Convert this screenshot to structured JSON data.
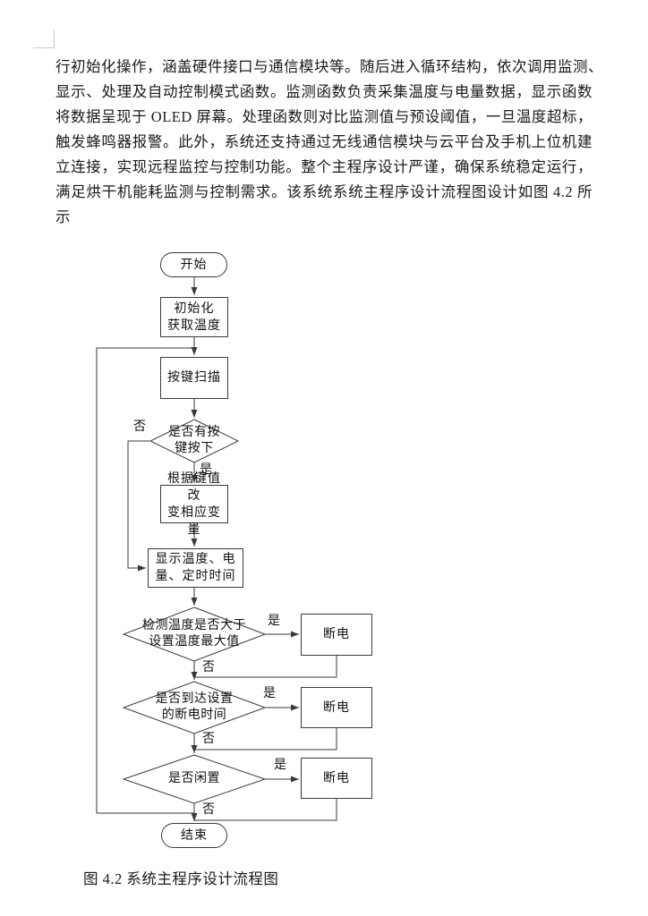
{
  "page": {
    "paragraph": {
      "lines": [
        "行初始化操作，涵盖硬件接口与通信模块等。随后进入循环结构，依次调用监测、",
        "显示、处理及自动控制模式函数。监测函数负责采集温度与电量数据，显示函数",
        "将数据呈现于 OLED 屏幕。处理函数则对比监测值与预设阈值，一旦温度超标，",
        "触发蜂鸣器报警。此外，系统还支持通过无线通信模块与云平台及手机上位机建",
        "立连接，实现远程监控与控制功能。整个主程序设计严谨，确保系统稳定运行，",
        "满足烘干机能耗监测与控制需求。该系统系统主程序设计流程图设计如图 4.2 所",
        "示"
      ]
    },
    "figure_caption": "图 4.2 系统主程序设计流程图"
  },
  "flowchart": {
    "nodes": {
      "start": "开始",
      "init": "初始化\n获取温度",
      "key_scan": "按键扫描",
      "key_pressed": "是否有按\n键按下",
      "change_var": "根据键值改\n变相应变量",
      "display": "显示温度、电\n量、定时时间",
      "temp_check": "检测温度是否大于\n设置温度最大值",
      "cut_power_1": "断电",
      "time_check": "是否到达设置\n的断电时间",
      "cut_power_2": "断电",
      "idle_check": "是否闲置",
      "cut_power_3": "断电",
      "end": "结束"
    },
    "branch_labels": {
      "yes": "是",
      "no": "否"
    },
    "edges": [
      {
        "from": "start",
        "to": "init"
      },
      {
        "from": "init",
        "to": "key_scan"
      },
      {
        "from": "key_scan",
        "to": "key_pressed"
      },
      {
        "from": "key_pressed",
        "to": "change_var",
        "label": "是"
      },
      {
        "from": "key_pressed",
        "to": "display",
        "label": "否"
      },
      {
        "from": "change_var",
        "to": "display"
      },
      {
        "from": "display",
        "to": "temp_check"
      },
      {
        "from": "temp_check",
        "to": "cut_power_1",
        "label": "是"
      },
      {
        "from": "temp_check",
        "to": "time_check",
        "label": "否"
      },
      {
        "from": "cut_power_1",
        "to": "time_check"
      },
      {
        "from": "time_check",
        "to": "cut_power_2",
        "label": "是"
      },
      {
        "from": "time_check",
        "to": "idle_check",
        "label": "否"
      },
      {
        "from": "cut_power_2",
        "to": "idle_check"
      },
      {
        "from": "idle_check",
        "to": "cut_power_3",
        "label": "是"
      },
      {
        "from": "idle_check",
        "to": "end",
        "label": "否"
      },
      {
        "from": "cut_power_3",
        "to": "end"
      },
      {
        "from": "idle_check",
        "to": "key_scan"
      }
    ]
  },
  "colors": {
    "line": "#3a3a3a",
    "text": "#1a1a1a",
    "margin_mark": "#c9c9c9",
    "background": "#ffffff"
  }
}
